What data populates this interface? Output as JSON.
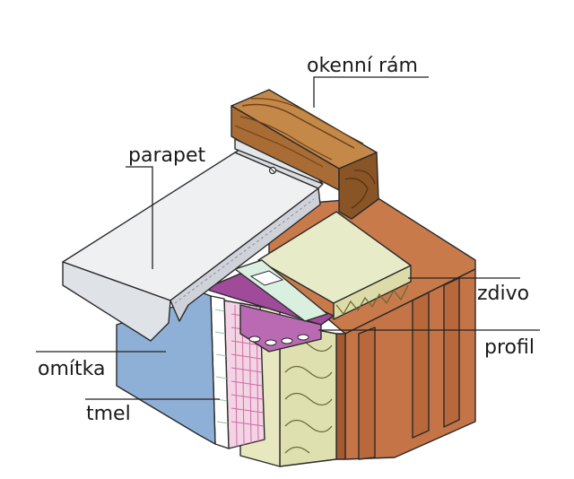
{
  "labels": {
    "window_frame": "okenní rám",
    "sill": "parapet",
    "masonry": "zdivo",
    "profile": "profil",
    "plaster": "omítka",
    "sealant": "tmel"
  },
  "colors": {
    "wood": "#b57a3c",
    "wood_dark": "#7a4a1f",
    "sill": "#eef0f2",
    "masonry": "#c87a4b",
    "masonry_dark": "#a55a30",
    "plaster": "#8fb0d6",
    "insulation": "#dfe0b0",
    "insulation_panel": "#e8ebc8",
    "profile": "#a04a9a",
    "mesh": "#e8a6c8",
    "adhesive": "#e8e8c0"
  }
}
